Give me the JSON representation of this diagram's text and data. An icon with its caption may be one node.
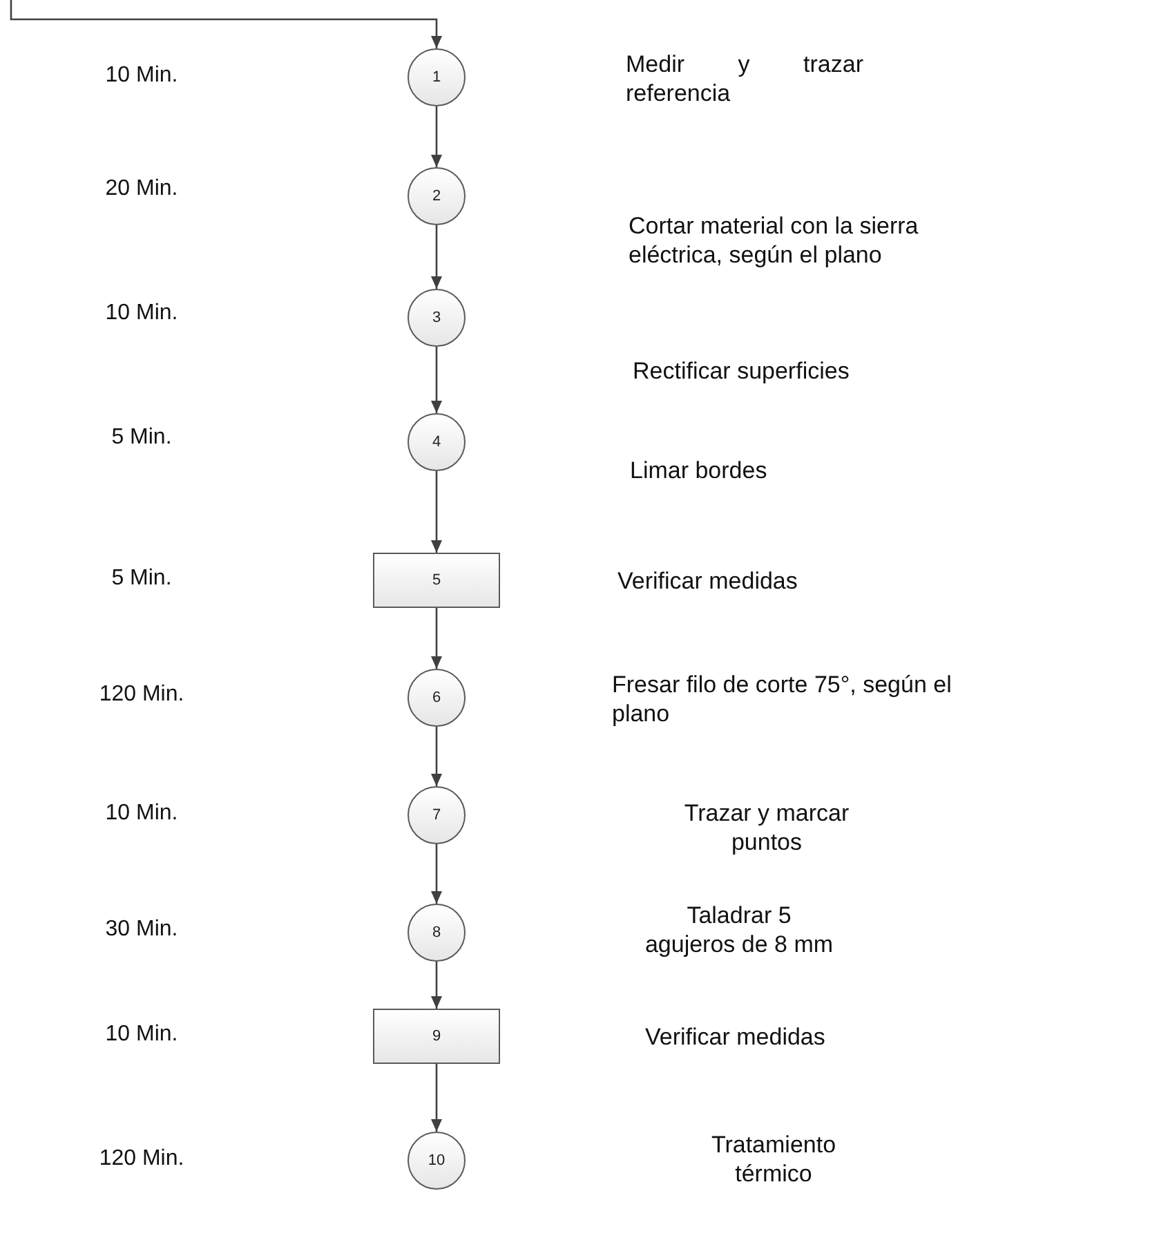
{
  "diagram": {
    "nodes": [
      {
        "text": [
          "1"
        ]
      },
      {
        "text": [
          "2"
        ]
      },
      {
        "text": [
          "3"
        ]
      },
      {
        "text": [
          "4"
        ]
      },
      {
        "text": [
          "5"
        ]
      },
      {
        "text": [
          "6"
        ]
      },
      {
        "text": [
          "7"
        ]
      },
      {
        "text": [
          "8"
        ]
      },
      {
        "text": [
          "9"
        ]
      },
      {
        "text": [
          "10"
        ]
      }
    ],
    "edges": [
      {
        "from": null,
        "to": 0,
        "arrow": "to"
      },
      {
        "from": 0,
        "to": 1,
        "arrow": "to"
      },
      {
        "from": 1,
        "to": 2,
        "arrow": "to"
      },
      {
        "from": 2,
        "to": 3,
        "arrow": "to"
      },
      {
        "from": 3,
        "to": 4,
        "arrow": "to"
      },
      {
        "from": 4,
        "to": 5,
        "arrow": "to"
      },
      {
        "from": 5,
        "to": 6,
        "arrow": "to"
      },
      {
        "from": 6,
        "to": 7,
        "arrow": "to"
      },
      {
        "from": 7,
        "to": 8,
        "arrow": "to"
      },
      {
        "from": 8,
        "to": 9,
        "arrow": "to"
      }
    ],
    "labels": [
      "10 Min.",
      "Medir y trazar referencia",
      "20 Min.",
      "Cortar material con la sierra eléctrica, según el plano",
      "10 Min.",
      "Rectificar superficies",
      "5 Min.",
      "Limar bordes",
      "5 Min.",
      "Verificar medidas",
      "120 Min.",
      "Fresar filo de corte 75°, según el plano",
      "10 Min.",
      "Trazar y marcar puntos",
      "30 Min.",
      "Taladrar 5 agujeros de 8 mm",
      "10 Min.",
      "Verificar medidas",
      "120 Min.",
      "Tratamiento térmico"
    ]
  }
}
